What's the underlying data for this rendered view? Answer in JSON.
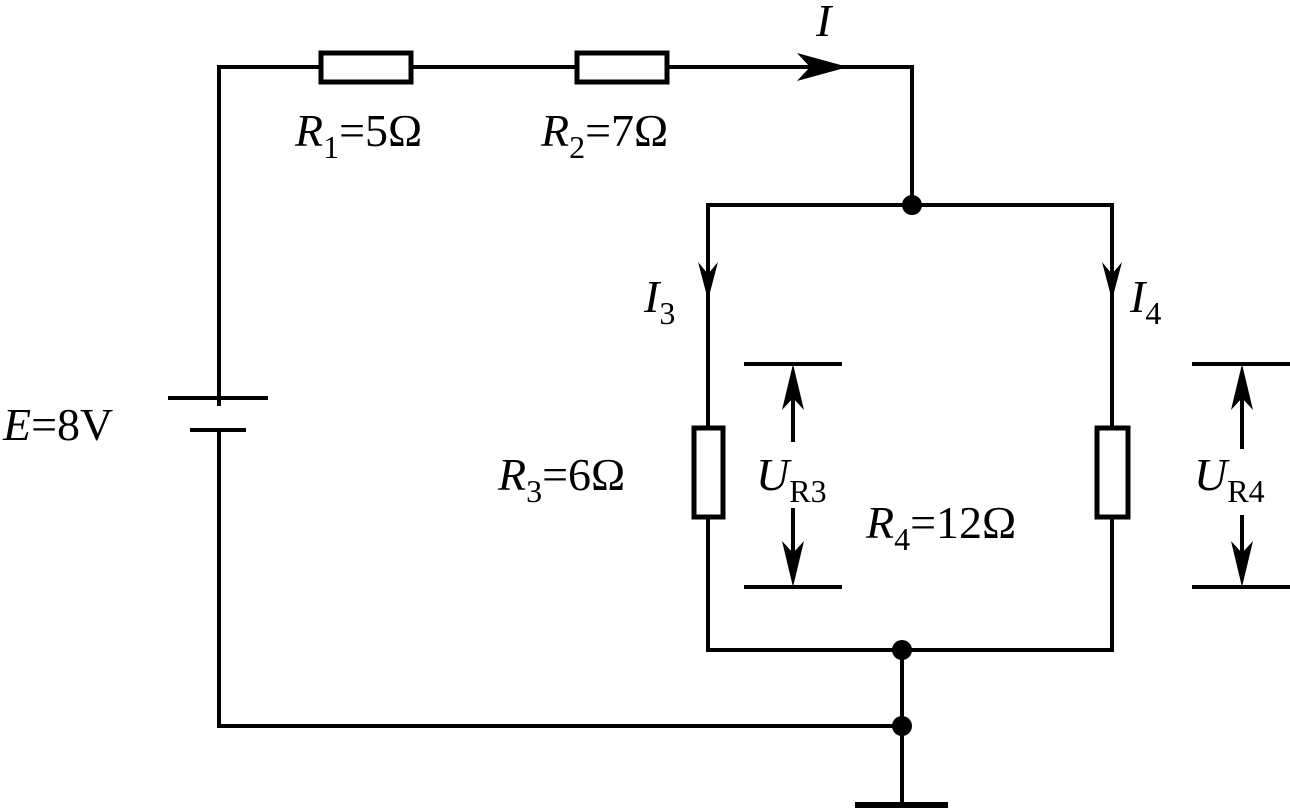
{
  "labels": {
    "r1": {
      "sym": "R",
      "sub": "1",
      "val": "=5Ω"
    },
    "r2": {
      "sym": "R",
      "sub": "2",
      "val": "=7Ω"
    },
    "r3": {
      "sym": "R",
      "sub": "3",
      "val": "=6Ω"
    },
    "r4": {
      "sym": "R",
      "sub": "4",
      "val": "=12Ω"
    },
    "e": {
      "sym": "E",
      "val": "=8V"
    },
    "i": {
      "sym": "I"
    },
    "i3": {
      "sym": "I",
      "sub": "3"
    },
    "i4": {
      "sym": "I",
      "sub": "4"
    },
    "ur3": {
      "sym": "U",
      "sub": "R3"
    },
    "ur4": {
      "sym": "U",
      "sub": "R4"
    }
  }
}
